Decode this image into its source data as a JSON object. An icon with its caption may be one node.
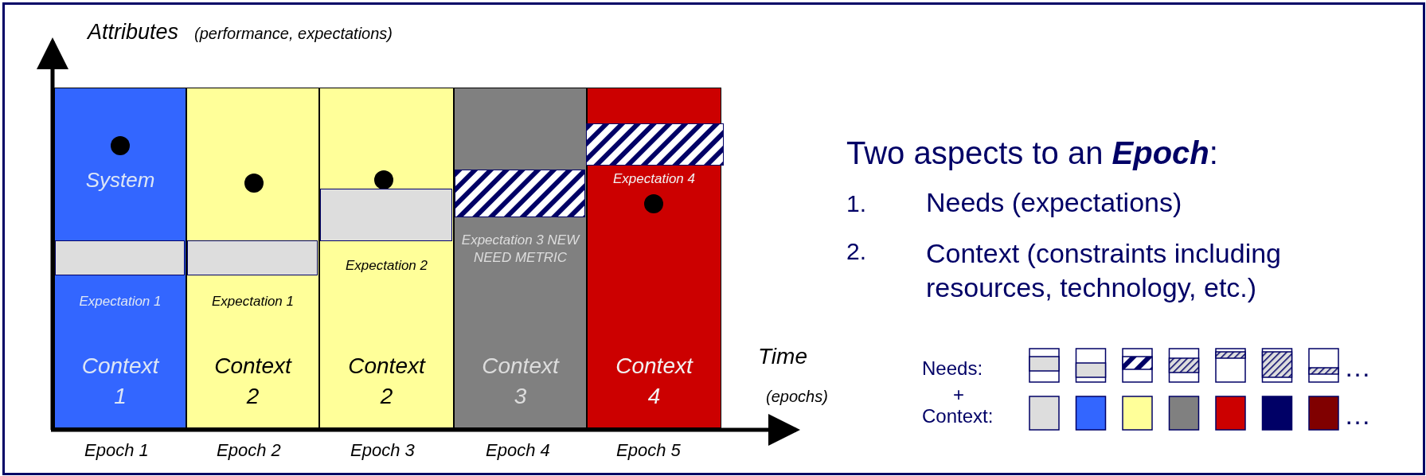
{
  "diagram": {
    "title": "Two aspects to an **Epoch**:",
    "nodes": [
      {
        "text": [
          "System",
          "Expectation 1",
          "Context 1"
        ]
      },
      {
        "text": [
          "Expectation 1",
          "Context 2"
        ]
      },
      {
        "text": [
          "Expectation 2",
          "Context 2"
        ]
      },
      {
        "text": [
          "Expectation 3 NEW NEED METRIC",
          "Context 3"
        ]
      },
      {
        "text": [
          "Expectation 4",
          "Context 4"
        ]
      },
      {
        "text": [],
        "shape": "bar",
        "in": 0
      },
      {
        "text": [],
        "shape": "bar",
        "in": 1
      },
      {
        "text": [],
        "shape": "bar",
        "in": 2
      },
      {
        "text": [],
        "shape": "bar",
        "in": 3
      },
      {
        "text": [],
        "shape": "bar",
        "in": 4
      }
    ],
    "edges": [],
    "labels": [
      "Attributes",
      "(performance, expectations)",
      "Time",
      "(epochs)",
      "Epoch 1",
      "Epoch 2",
      "Epoch 3",
      "Epoch 4",
      "Epoch 5",
      "1.",
      "Needs (expectations)",
      "2.",
      "Context (constraints including resources, technology, etc.)",
      "Needs:",
      "+",
      "Context:",
      "…",
      "…"
    ]
  }
}
